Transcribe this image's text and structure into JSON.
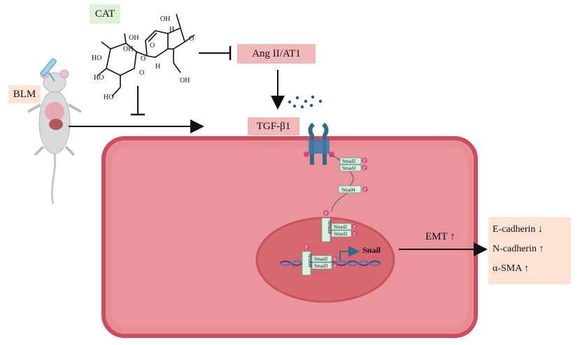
{
  "labels": {
    "cat": "CAT",
    "blm": "BLM",
    "ang": "Ang II/AT1",
    "tgf": "TGF-β1",
    "emt": "EMT ↑",
    "snail": "Snail"
  },
  "markers": [
    {
      "text": "E-cadherin ↓"
    },
    {
      "text": "N-cadherin ↑"
    },
    {
      "text": "α-SMA ↑"
    }
  ],
  "molecule": {
    "atoms": [
      "OH",
      "OH",
      "HO",
      "HO",
      "OH",
      "O",
      "O",
      "O",
      "O",
      "H",
      "H",
      "OH",
      "HO"
    ]
  },
  "smads": {
    "smad2": "Smad2",
    "smad3": "Smad3",
    "smad4": "Smad4",
    "phospho": "P"
  },
  "colors": {
    "cell_fill": "#e98d95",
    "cell_border": "#c94f60",
    "nucleus_fill": "#d8686f",
    "box_green": "#dff0d8",
    "box_pink": "#f2b7b9",
    "box_peach": "#fde3d4",
    "receptor": "#2f6b8f",
    "phospho": "#d9477b",
    "smad_box": "#d8f2e4"
  }
}
